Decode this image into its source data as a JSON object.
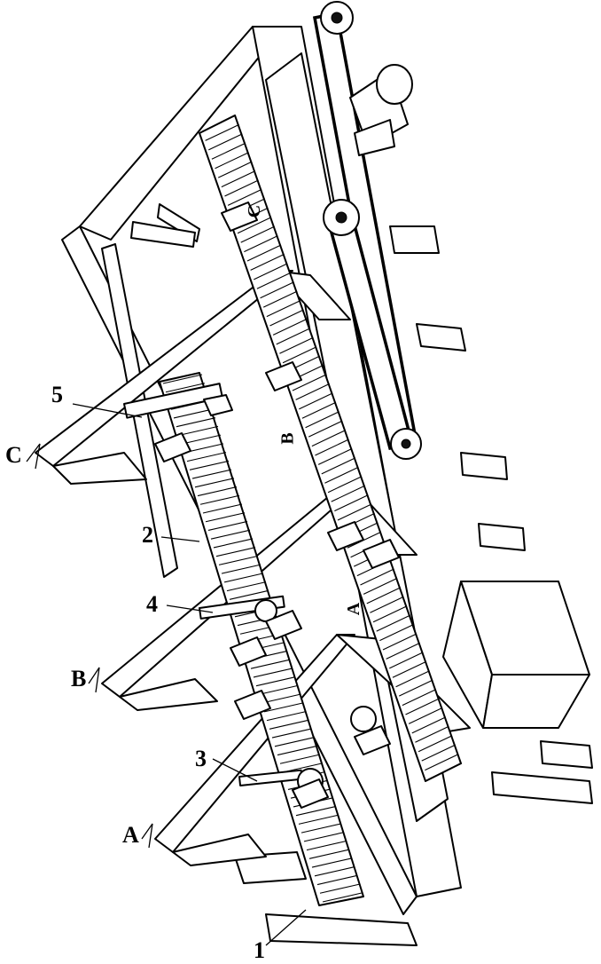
{
  "figure": {
    "part_labels": [
      "1",
      "2",
      "3",
      "4",
      "5"
    ],
    "section_labels": [
      "A",
      "B",
      "C"
    ],
    "inline_section_labels": [
      "A",
      "B",
      "C"
    ]
  }
}
